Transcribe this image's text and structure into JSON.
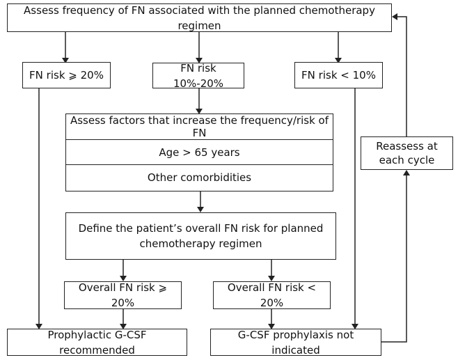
{
  "boxes": {
    "assess_frequency": "Assess frequency of FN associated with the planned chemotherapy regimen",
    "risk_high": "FN risk ⩾ 20%",
    "risk_mid": "FN risk 10%-20%",
    "risk_low": "FN risk < 10%",
    "factors_header": "Assess factors that increase the frequency/risk of FN",
    "factor_age": "Age > 65 years",
    "factor_comorbid": "Other comorbidities",
    "define_overall_line1": "Define the patient’s overall FN risk for planned",
    "define_overall_line2": "chemotherapy regimen",
    "overall_high": "Overall FN risk ⩾ 20%",
    "overall_low": "Overall FN risk < 20%",
    "prophylactic": "Prophylactic G-CSF recommended",
    "not_indicated": "G-CSF prophylaxis not indicated",
    "reassess_line1": "Reassess at",
    "reassess_line2": "each cycle"
  }
}
